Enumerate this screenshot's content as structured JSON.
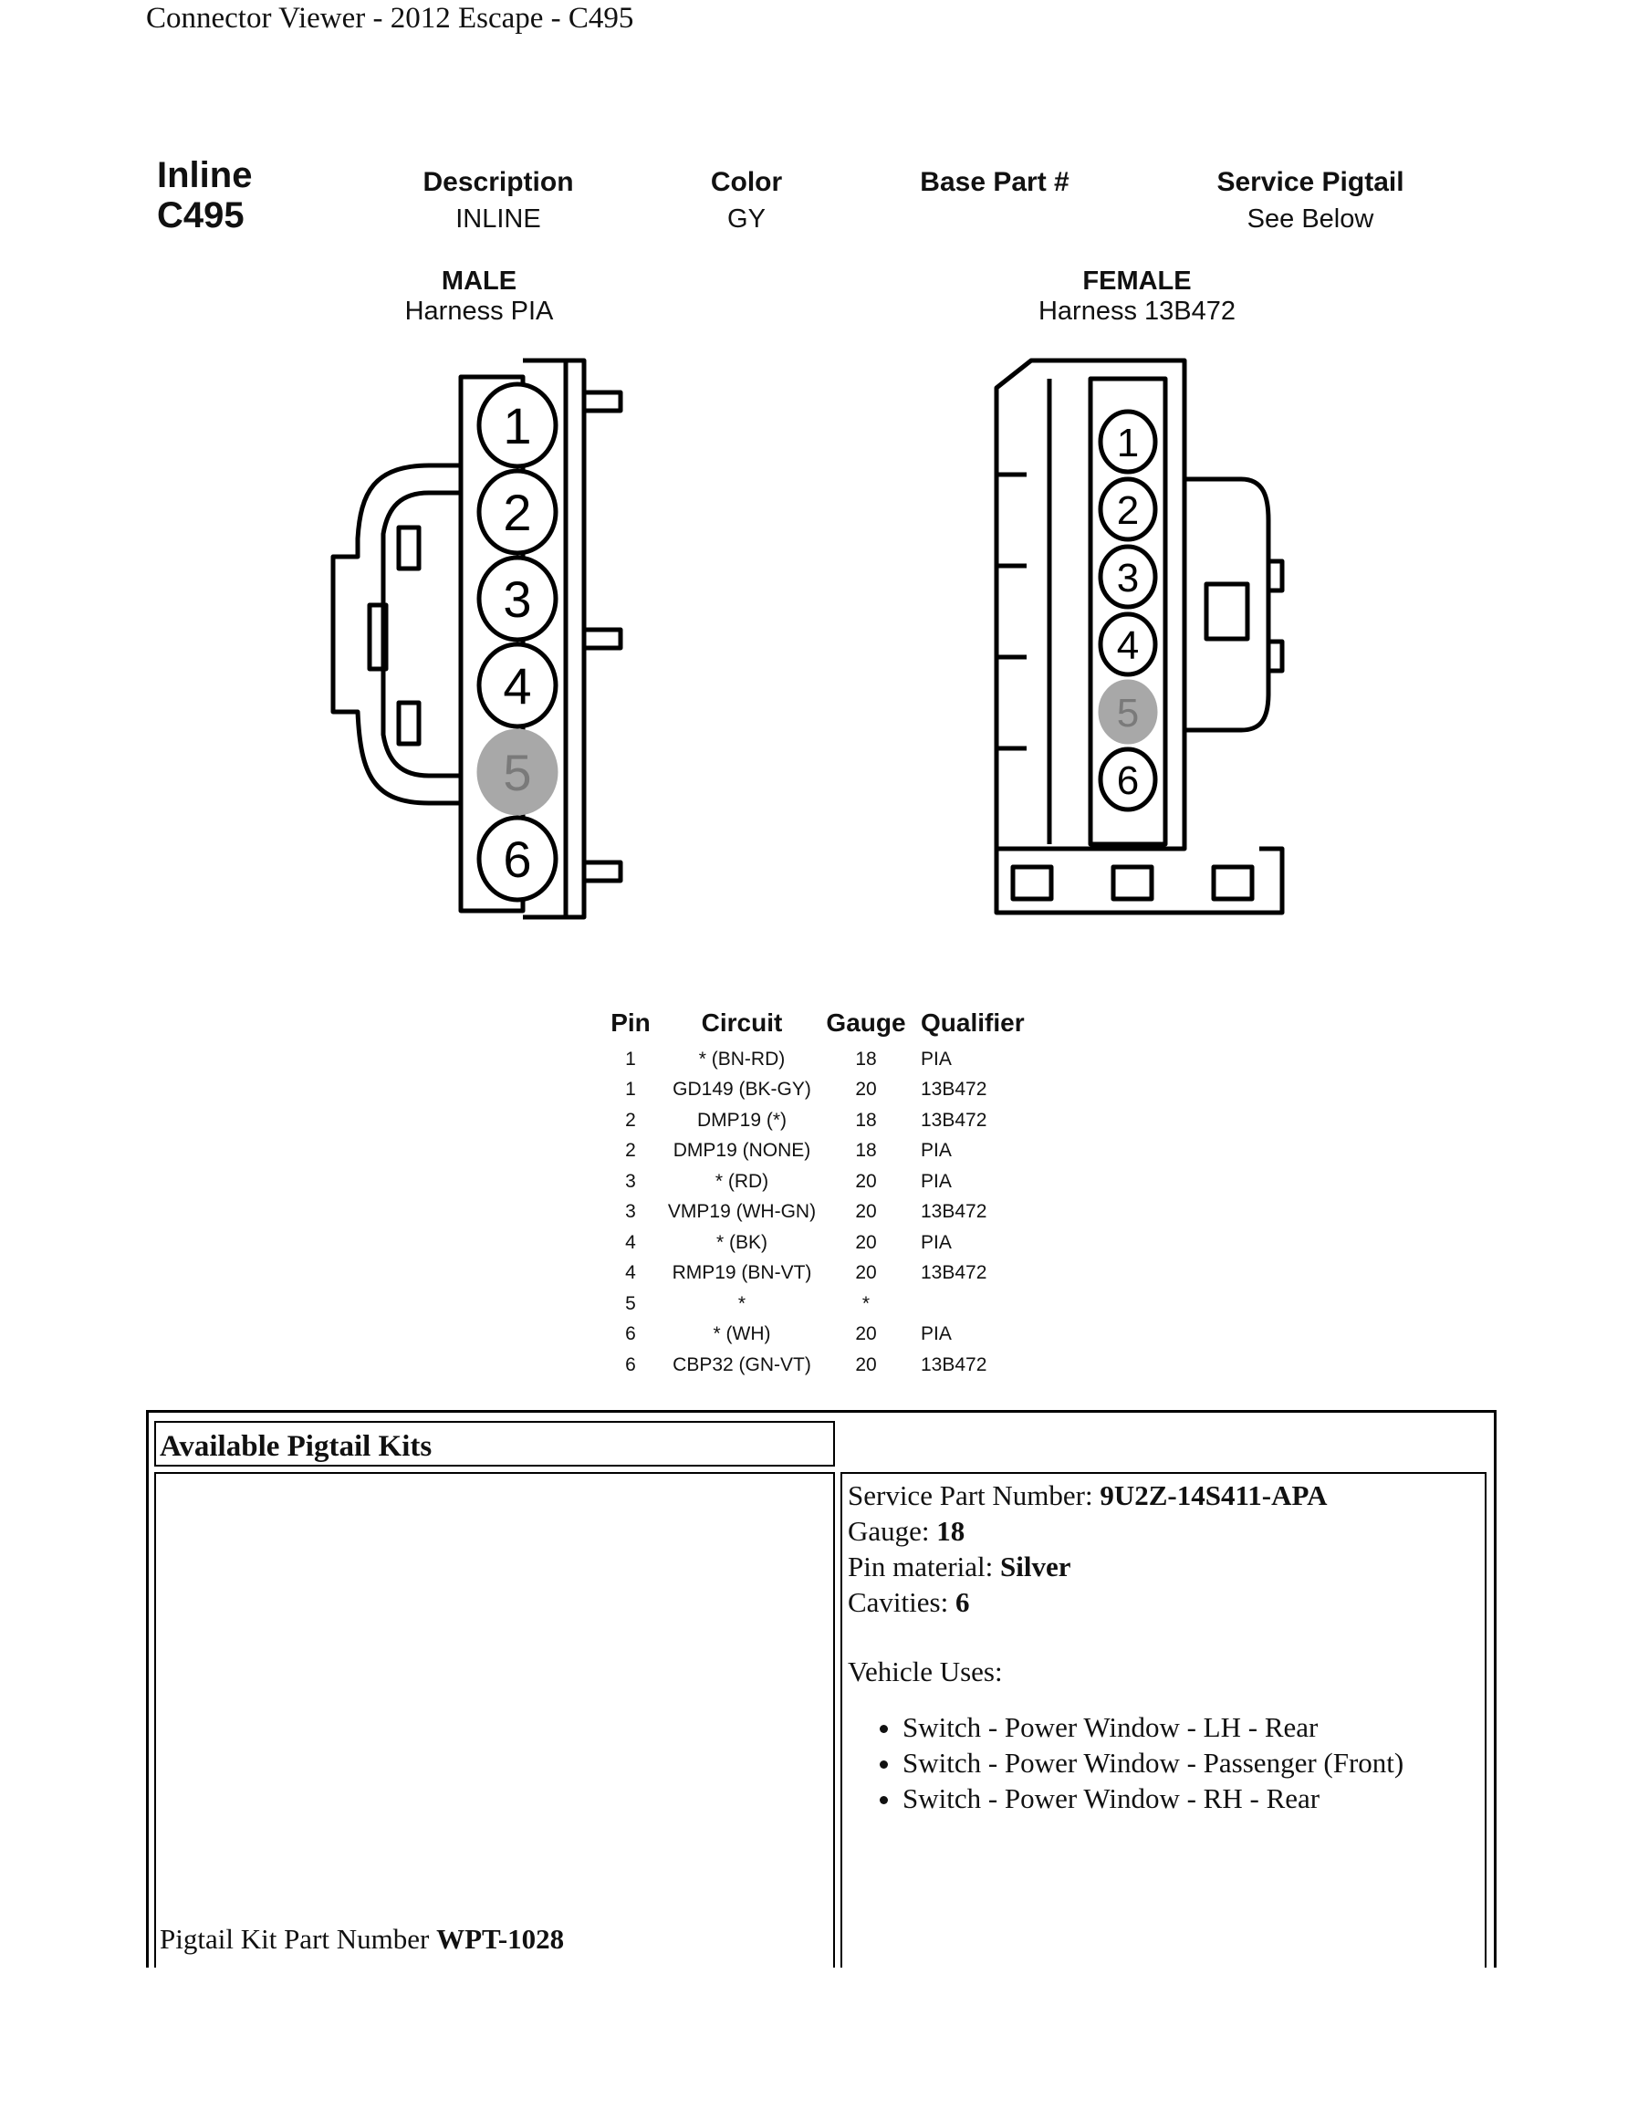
{
  "document": {
    "title": "Connector Viewer - 2012 Escape - C495"
  },
  "connector": {
    "type_label": "Inline",
    "id": "C495",
    "headers": {
      "description_label": "Description",
      "description_value": "INLINE",
      "color_label": "Color",
      "color_value": "GY",
      "base_part_label": "Base Part #",
      "base_part_value": "",
      "service_pigtail_label": "Service Pigtail",
      "service_pigtail_value": "See Below"
    }
  },
  "male": {
    "gender": "MALE",
    "harness": "Harness  PIA",
    "pins": [
      "1",
      "2",
      "3",
      "4",
      "5",
      "6"
    ],
    "shaded_pin": "5"
  },
  "female": {
    "gender": "FEMALE",
    "harness": "Harness  13B472",
    "pins": [
      "1",
      "2",
      "3",
      "4",
      "5",
      "6"
    ],
    "shaded_pin": "5"
  },
  "colors": {
    "shaded_pin_fill": "#a8a8a8",
    "line": "#000000"
  },
  "pin_table": {
    "headers": [
      "Pin",
      "Circuit",
      "Gauge",
      "Qualifier"
    ],
    "rows": [
      [
        "1",
        "* (BN-RD)",
        "18",
        "PIA"
      ],
      [
        "1",
        "GD149 (BK-GY)",
        "20",
        "13B472"
      ],
      [
        "2",
        "DMP19 (*)",
        "18",
        "13B472"
      ],
      [
        "2",
        "DMP19 (NONE)",
        "18",
        "PIA"
      ],
      [
        "3",
        "* (RD)",
        "20",
        "PIA"
      ],
      [
        "3",
        "VMP19 (WH-GN)",
        "20",
        "13B472"
      ],
      [
        "4",
        "* (BK)",
        "20",
        "PIA"
      ],
      [
        "4",
        "RMP19 (BN-VT)",
        "20",
        "13B472"
      ],
      [
        "5",
        "*",
        "*",
        ""
      ],
      [
        "6",
        "* (WH)",
        "20",
        "PIA"
      ],
      [
        "6",
        "CBP32 (GN-VT)",
        "20",
        "13B472"
      ]
    ]
  },
  "pigtail": {
    "section_title": "Available Pigtail Kits",
    "service_part_label": "Service Part Number: ",
    "service_part_value": "9U2Z-14S411-APA",
    "gauge_label": "Gauge: ",
    "gauge_value": "18",
    "pin_material_label": "Pin material: ",
    "pin_material_value": "Silver",
    "cavities_label": "Cavities: ",
    "cavities_value": "6",
    "vehicle_uses_label": "Vehicle Uses:",
    "vehicle_uses": [
      "Switch - Power Window - LH - Rear",
      "Switch - Power Window - Passenger (Front)",
      "Switch - Power Window - RH - Rear"
    ],
    "kit_part_label": "Pigtail Kit Part Number ",
    "kit_part_value": "WPT-1028"
  }
}
